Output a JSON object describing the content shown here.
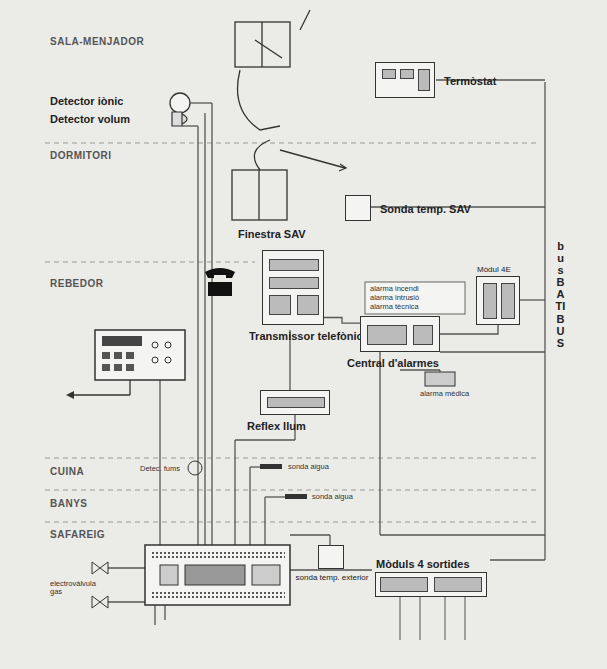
{
  "diagram": {
    "nodes": [
      {
        "text": [
          "Termòstat"
        ]
      },
      {
        "text": [
          "Sonda temp. SAV"
        ]
      },
      {
        "text": [
          "Transmissor telefònic"
        ]
      },
      {
        "text": [
          "Central d'alarmes"
        ]
      },
      {
        "text": [
          "Mòdul 4E"
        ]
      },
      {
        "text": [
          "Reflex llum"
        ]
      },
      {
        "text": [
          "sonda temp. exterior"
        ]
      },
      {
        "text": [
          "Mòduls 4 sortides"
        ]
      }
    ],
    "edges": [
      {
        "from": 2,
        "to": 3,
        "arrow": "none"
      },
      {
        "from": 3,
        "to": 4,
        "arrow": "none"
      }
    ],
    "labels": [
      "SALA-MENJADOR",
      "Detector iònic",
      "Detector volum",
      "DORMITORI",
      "Finestra SAV",
      "REBEDOR",
      "bus BATIBUS",
      "alarma incendi",
      "alarma intrusió",
      "alarma tècnica",
      "alarma mèdica",
      "CUINA",
      "Detec. fums",
      "BANYS",
      "sonda aigua",
      "sonda aigua",
      "SAFAREIG",
      "electrovàlvula gas"
    ]
  }
}
